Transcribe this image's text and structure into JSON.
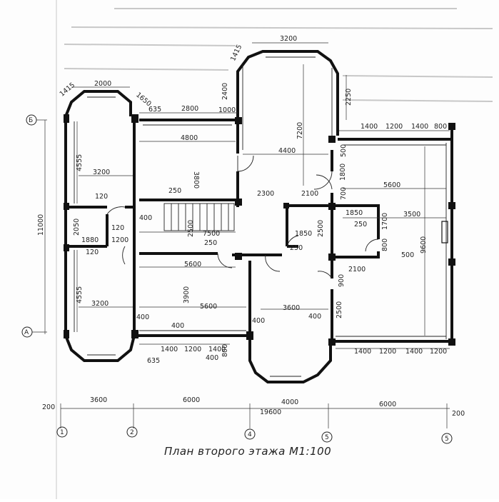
{
  "caption": "План второго этажа М1:100",
  "axis_marks": {
    "left_top": "Б",
    "left_bottom": "А"
  },
  "bottom_axes": [
    "1",
    "2",
    "4",
    "5",
    "5"
  ],
  "dims": {
    "d_3200_top": "3200",
    "d_1415_top": "1415",
    "d_2400": "2400",
    "d_1000": "1000",
    "d_2250": "2250",
    "d_1415_l": "1415",
    "d_2000": "2000",
    "d_1650": "1650",
    "d_635_t": "635",
    "d_2800": "2800",
    "d_4800": "4800",
    "d_7200": "7200",
    "d_4400": "4400",
    "d_3800_a": "3800",
    "d_1400_r1": "1400",
    "d_1200_r1": "1200",
    "d_1400_r2": "1400",
    "d_800_r": "800",
    "d_500_r": "500",
    "d_1800": "1800",
    "d_5600_r": "5600",
    "d_700": "700",
    "d_3500": "3500",
    "d_9600": "9600",
    "d_1850_a": "1850",
    "d_250_a": "250",
    "d_1700": "1700",
    "d_800_m": "800",
    "d_500_m": "500",
    "d_2100_r": "2100",
    "d_900": "900",
    "d_2500_r": "2500",
    "d_3600_m": "3600",
    "d_400_m": "400",
    "d_1400_b1": "1400",
    "d_1200_b1": "1200",
    "d_1400_b2": "1400",
    "d_1200_b2": "1200",
    "d_11000": "11000",
    "d_4555_t": "4555",
    "d_3200_lt": "3200",
    "d_120_a": "120",
    "d_250_st": "250",
    "d_2300": "2300",
    "d_2100_c": "2100",
    "d_400_s": "400",
    "d_2050": "2050",
    "d_120_b": "120",
    "d_1880": "1880",
    "d_1200_l": "1200",
    "d_120_c": "120",
    "d_2500_c": "2500",
    "d_7500": "7500",
    "d_250_c": "250",
    "d_1850_b": "1850",
    "d_2500_b": "2500",
    "d_250_b": "250",
    "d_5600_c": "5600",
    "d_4555_b": "4555",
    "d_3200_lb": "3200",
    "d_3900": "3900",
    "d_5600_lb": "5600",
    "d_400_l": "400",
    "d_400_b": "400",
    "d_400_c": "400",
    "d_1400_bb1": "1400",
    "d_1200_bb": "1200",
    "d_1400_bb2": "1400",
    "d_400_bb": "400",
    "d_800_bb": "800",
    "d_635_b": "635",
    "d_200_l": "200",
    "d_3600_ax": "3600",
    "d_6000_ax": "6000",
    "d_19600": "19600",
    "d_4000_ax": "4000",
    "d_6000_ax2": "6000",
    "d_200_r": "200"
  }
}
